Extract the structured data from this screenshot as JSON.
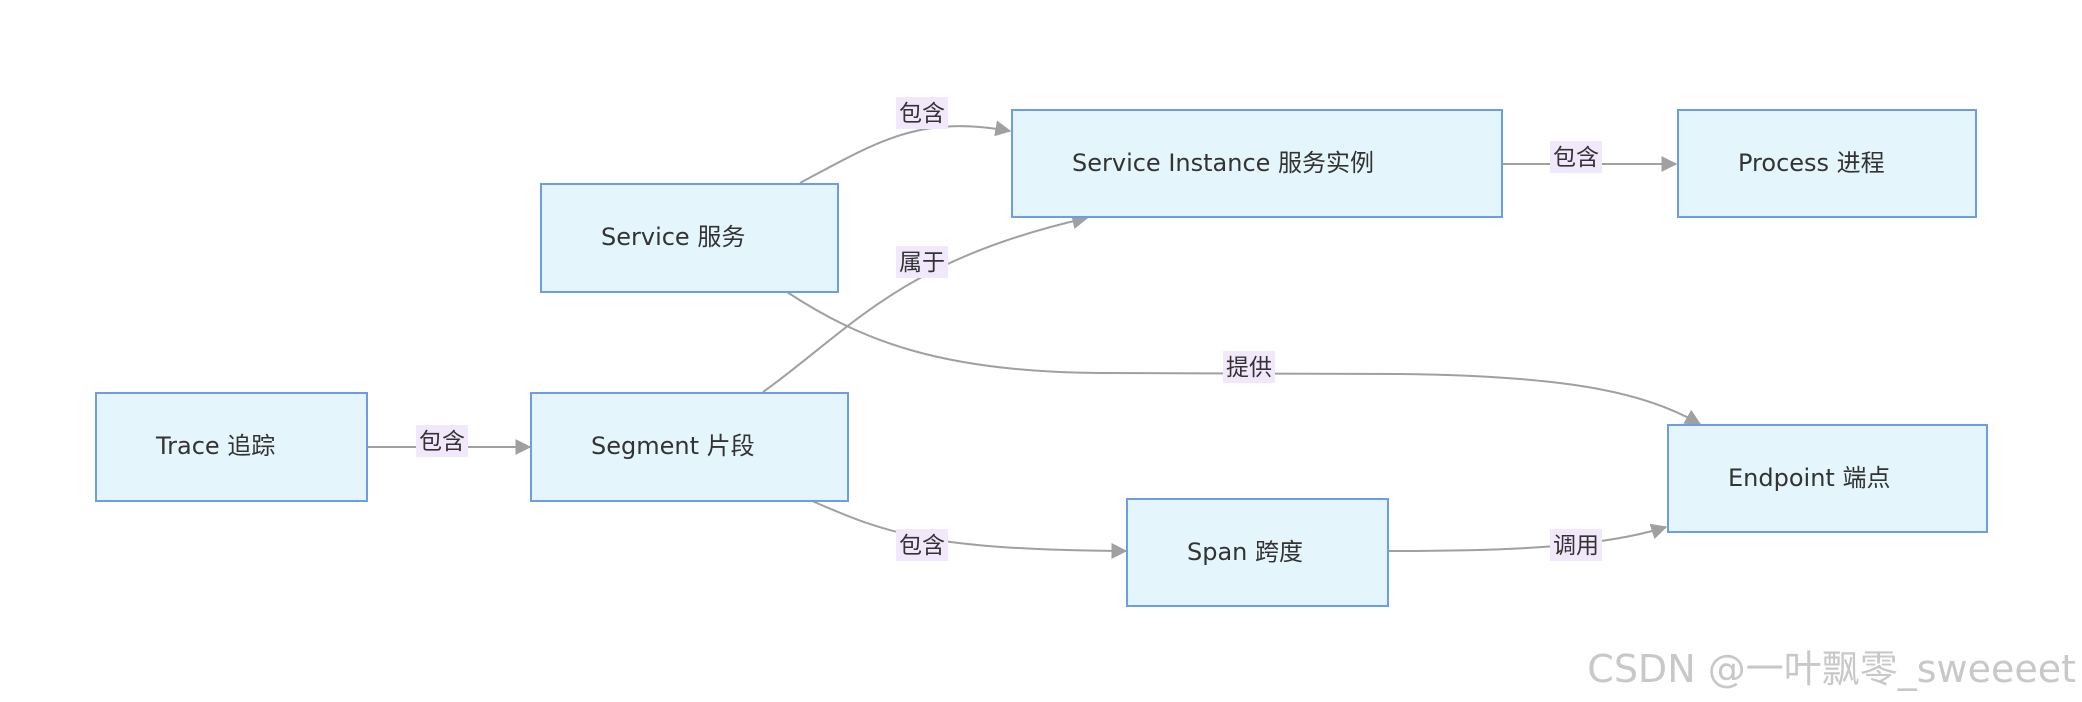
{
  "nodes": {
    "trace": "Trace 追踪",
    "segment": "Segment 片段",
    "service": "Service 服务",
    "service_instance": "Service Instance 服务实例",
    "process": "Process 进程",
    "span": "Span 跨度",
    "endpoint": "Endpoint 端点"
  },
  "edges": {
    "trace_segment": "包含",
    "service_instance": "包含",
    "segment_instance": "属于",
    "instance_process": "包含",
    "service_endpoint": "提供",
    "segment_span": "包含",
    "span_endpoint": "调用"
  },
  "watermark": "CSDN @一叶飘零_sweeeet",
  "colors": {
    "node_fill": "#e5f5fc",
    "node_border": "#6c9ee8",
    "edge": "#a0a0a0",
    "edge_label_bg": "#f2e8fb"
  }
}
